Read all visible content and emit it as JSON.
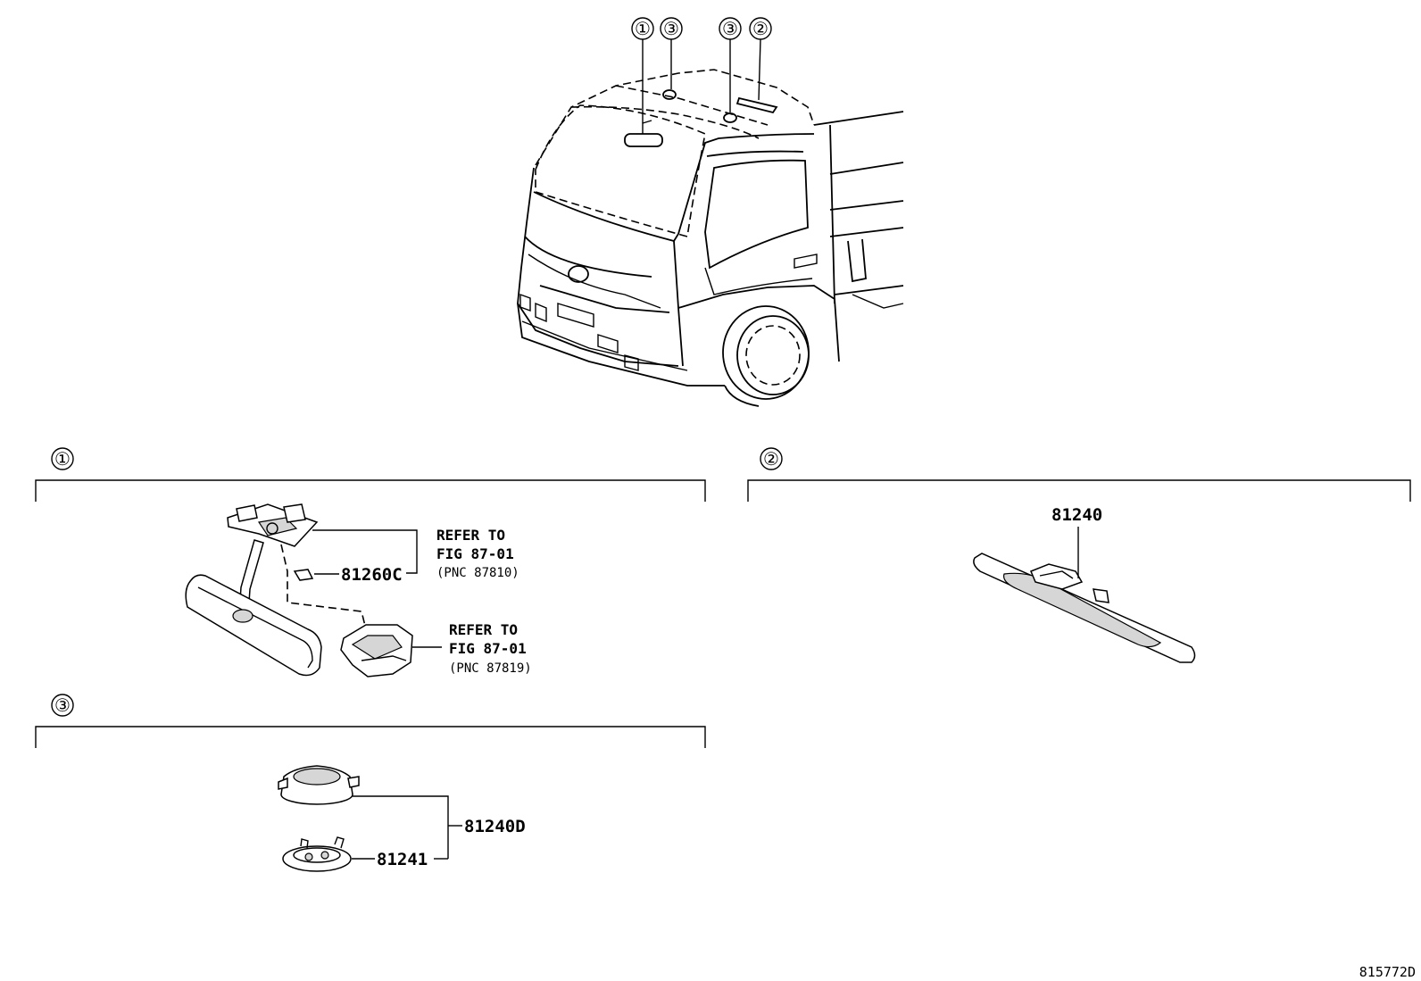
{
  "diagram": {
    "figure_number": "815772D",
    "truck_callouts": [
      {
        "id": "c1",
        "label": "①"
      },
      {
        "id": "c3a",
        "label": "③"
      },
      {
        "id": "c3b",
        "label": "③"
      },
      {
        "id": "c2",
        "label": "②"
      }
    ],
    "sections": [
      {
        "marker": "①",
        "parts": [
          {
            "number": "81260C"
          }
        ],
        "references": [
          {
            "line1": "REFER TO",
            "line2": "FIG 87-01",
            "line3": "(PNC 87810)"
          },
          {
            "line1": "REFER TO",
            "line2": "FIG 87-01",
            "line3": "(PNC 87819)"
          }
        ]
      },
      {
        "marker": "②",
        "parts": [
          {
            "number": "81240"
          }
        ]
      },
      {
        "marker": "③",
        "parts": [
          {
            "number": "81240D"
          },
          {
            "number": "81241"
          }
        ]
      }
    ]
  }
}
